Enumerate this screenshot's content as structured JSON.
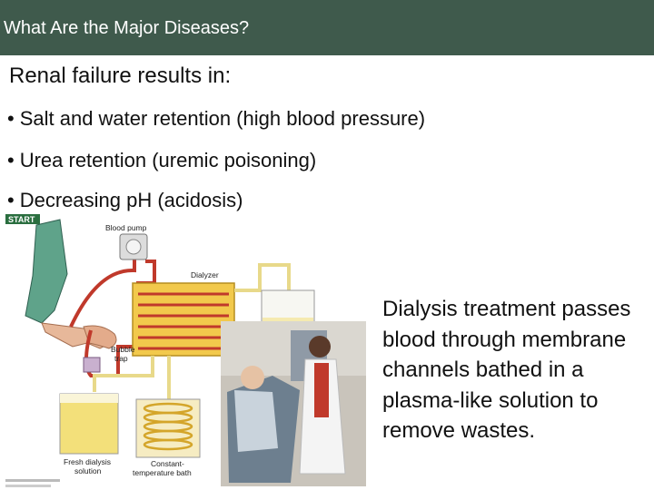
{
  "slide": {
    "title": "What Are the Major Diseases?",
    "intro": "Renal failure results in:",
    "bullets": [
      "Salt and water retention (high blood pressure)",
      "Urea retention (uremic poisoning)",
      "Decreasing pH (acidosis)"
    ],
    "bullet_char": "•",
    "description": "Dialysis treatment passes blood through membrane channels bathed in a plasma-like solution to remove wastes."
  },
  "figure": {
    "start_label": "START",
    "blood_pump_label": "Blood pump",
    "dialyzer_label": "Dialyzer",
    "bubble_trap_label": "Bubble trap",
    "fresh_solution_label_1": "Fresh dialysis",
    "fresh_solution_label_2": "solution",
    "bath_label_1": "Constant-",
    "bath_label_2": "temperature bath",
    "photo_alt": "Patient receiving dialysis with a nurse",
    "colors": {
      "title_bar": "#3f5a4c",
      "blood_tube": "#c0392b",
      "fluid_tube": "#e8d98a",
      "dialyzer_fill": "#f2c94c",
      "start_badge": "#2a6e3f"
    }
  }
}
